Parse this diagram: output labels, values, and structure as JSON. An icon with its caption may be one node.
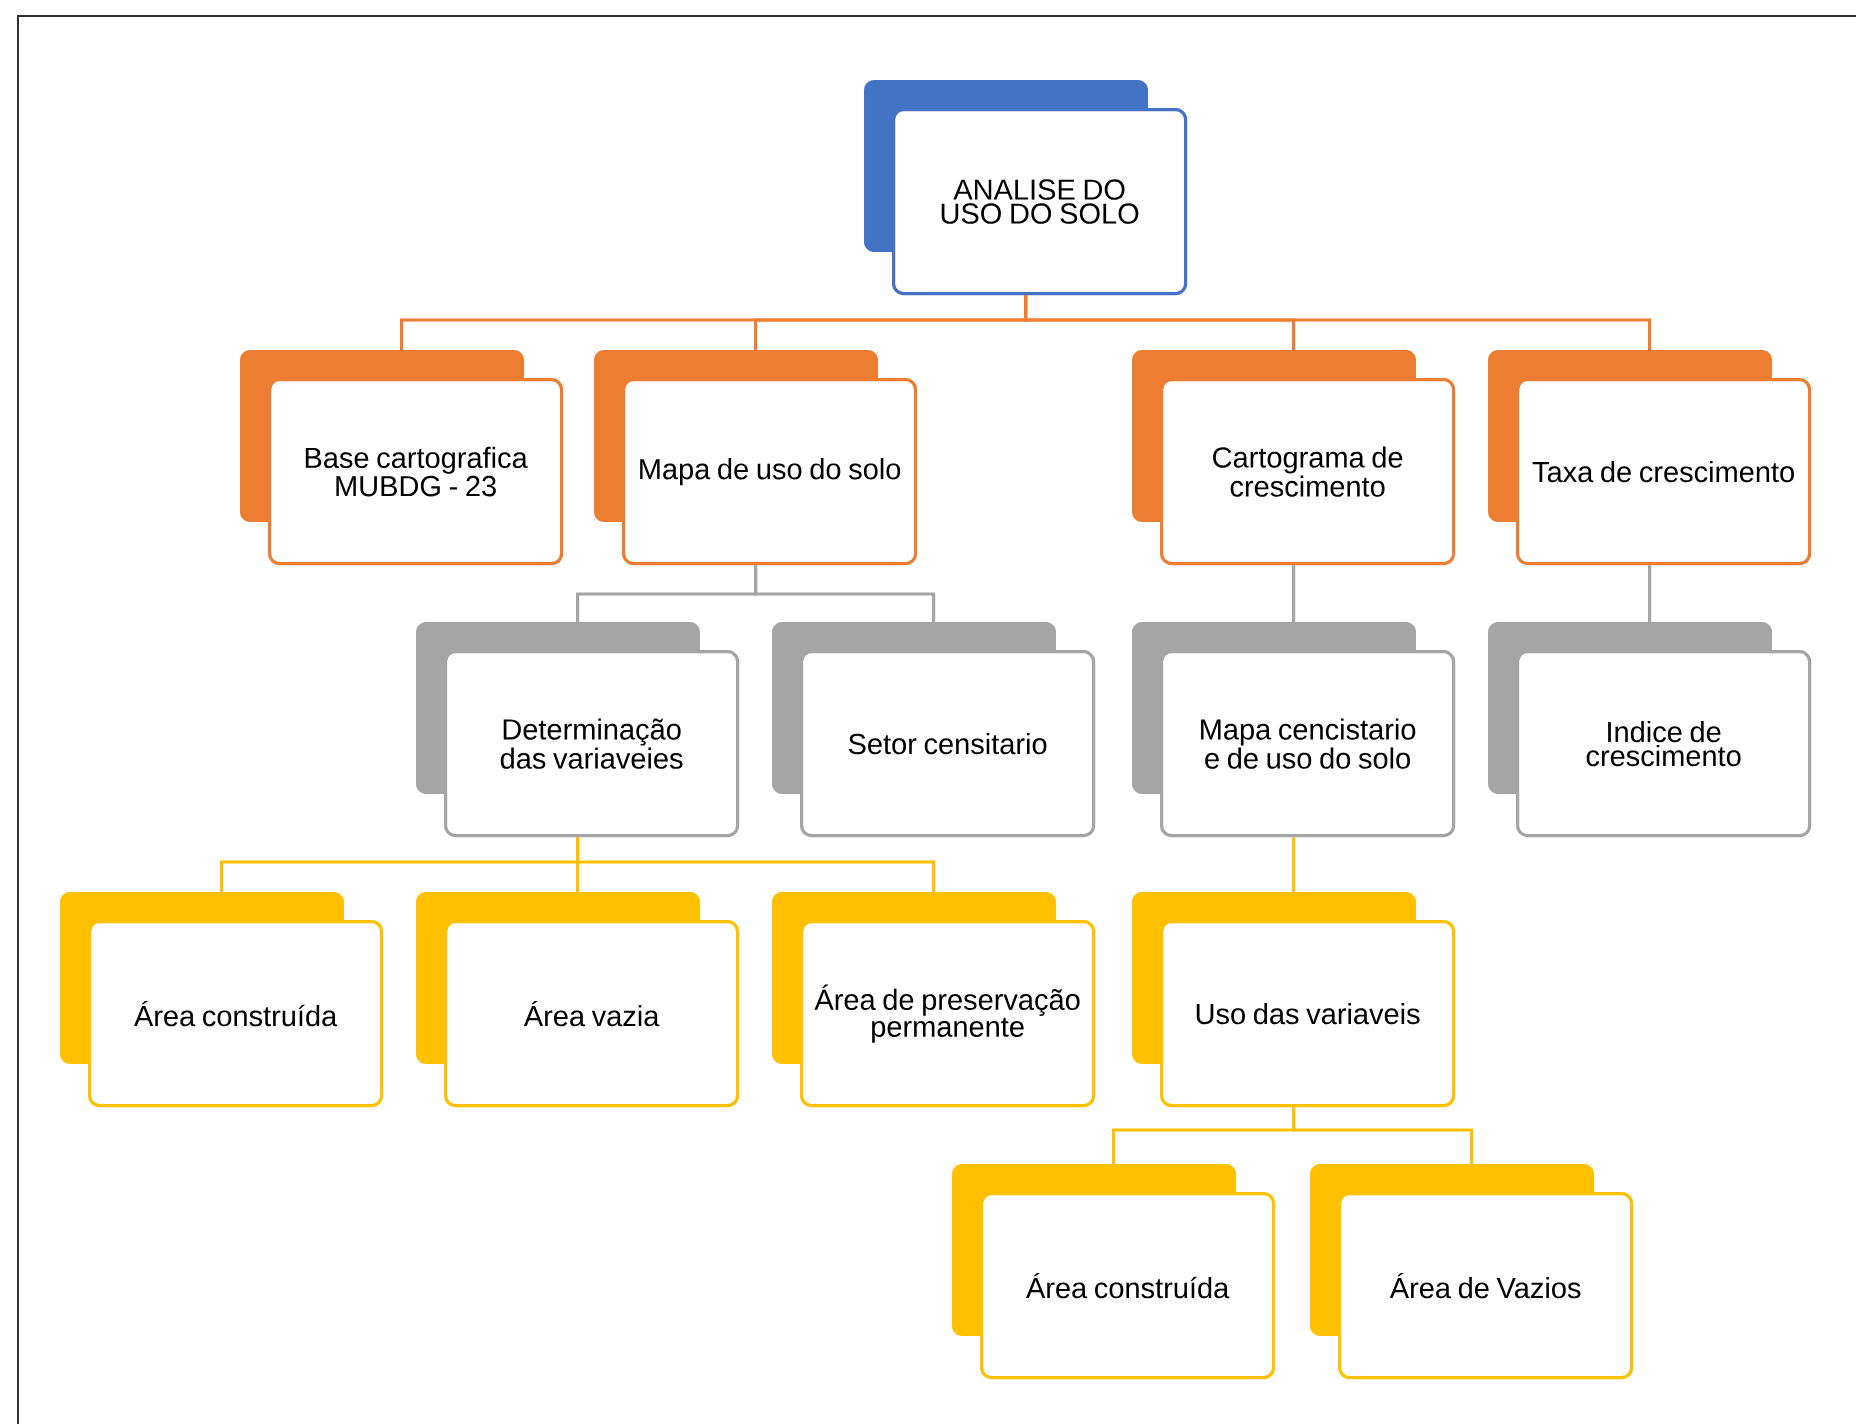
{
  "diagram": {
    "nodes": [
      {
        "text": [
          "ANALISE DO USO DO SOLO"
        ]
      },
      {
        "text": [
          "Base cartografica MUBDG - 23"
        ]
      },
      {
        "text": [
          "Mapa de uso do solo"
        ]
      },
      {
        "text": [
          "Cartograma de crescimento"
        ]
      },
      {
        "text": [
          "Taxa de crescimento"
        ]
      },
      {
        "text": [
          "Determinação das variaveies"
        ]
      },
      {
        "text": [
          "Setor censitario"
        ]
      },
      {
        "text": [
          "Mapa cencistario e de uso do solo"
        ]
      },
      {
        "text": [
          "Indice de crescimento"
        ]
      },
      {
        "text": [
          "Área construída"
        ]
      },
      {
        "text": [
          "Área vazia"
        ]
      },
      {
        "text": [
          "Área de preservação permanente"
        ]
      },
      {
        "text": [
          "Uso das variaveis"
        ]
      },
      {
        "text": [
          "Área construída"
        ]
      },
      {
        "text": [
          "Área de Vazios"
        ]
      }
    ],
    "edges": [
      {
        "from": 0,
        "to": 1,
        "arrow": "none",
        "color": "#ed7d31"
      },
      {
        "from": 0,
        "to": 2,
        "arrow": "none",
        "color": "#ed7d31"
      },
      {
        "from": 0,
        "to": 3,
        "arrow": "none",
        "color": "#ed7d31"
      },
      {
        "from": 0,
        "to": 4,
        "arrow": "none",
        "color": "#ed7d31"
      },
      {
        "from": 2,
        "to": 5,
        "arrow": "none",
        "color": "#a5a5a5"
      },
      {
        "from": 2,
        "to": 6,
        "arrow": "none",
        "color": "#a5a5a5"
      },
      {
        "from": 3,
        "to": 7,
        "arrow": "none",
        "color": "#a5a5a5"
      },
      {
        "from": 4,
        "to": 8,
        "arrow": "none",
        "color": "#a5a5a5"
      },
      {
        "from": 5,
        "to": 9,
        "arrow": "none"
      },
      {
        "from": 5,
        "to": 10,
        "arrow": "none"
      },
      {
        "from": 5,
        "to": 11,
        "arrow": "none"
      },
      {
        "from": 7,
        "to": 12,
        "arrow": "none"
      },
      {
        "from": 12,
        "to": 13,
        "arrow": "none"
      },
      {
        "from": 12,
        "to": 14,
        "arrow": "none"
      }
    ]
  }
}
